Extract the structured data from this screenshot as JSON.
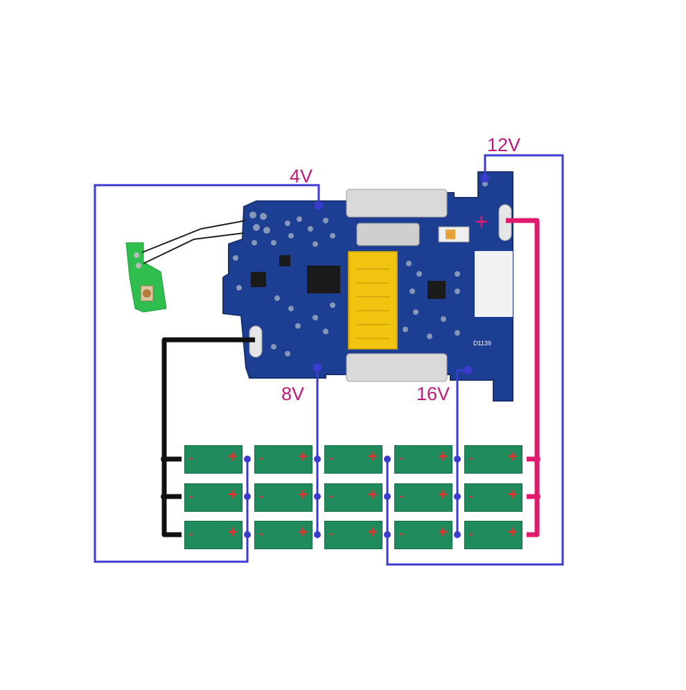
{
  "labels": {
    "v12": "12V",
    "v4": "4V",
    "v8": "8V",
    "v16": "16V"
  },
  "cell": {
    "neg": "-",
    "pos": "+"
  },
  "board": {
    "plus": "+",
    "silk": "D1139"
  },
  "cells": {
    "rows": 3,
    "cols": 5
  },
  "colors": {
    "board": "#1d3f93",
    "blue_wire": "#3b3bcf",
    "black_wire": "#111111",
    "red_wire": "#e01a6e",
    "cell": "#1f8a5b",
    "connector": "#f1c40f",
    "label": "#c2177a"
  }
}
